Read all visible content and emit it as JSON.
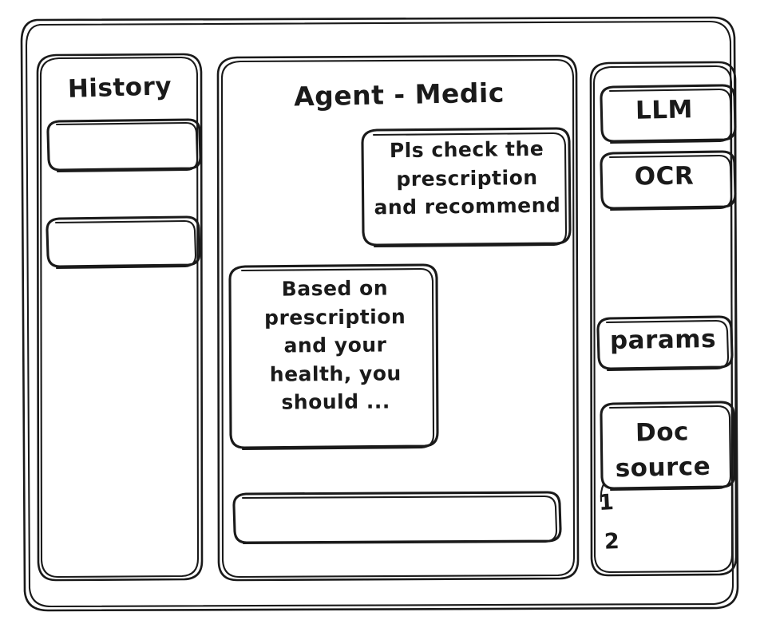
{
  "window": {
    "style": "hand-drawn-wireframe",
    "ink_color": "#1a1a1a",
    "background_color": "#ffffff"
  },
  "sidebar_left": {
    "title": "History",
    "items": [
      {
        "label": "",
        "name": "history-item-1"
      },
      {
        "label": "",
        "name": "history-item-2"
      }
    ]
  },
  "main": {
    "title": "Agent - Medic",
    "messages": [
      {
        "role": "user",
        "text": "Pls check the\nprescription\nand recommend"
      },
      {
        "role": "agent",
        "text": "Based on\nprescription\nand your\nhealth, you\nshould ..."
      }
    ],
    "composer": {
      "value": "",
      "placeholder": ""
    }
  },
  "sidebar_right": {
    "buttons": [
      {
        "label": "LLM",
        "name": "llm"
      },
      {
        "label": "OCR",
        "name": "ocr"
      },
      {
        "label": "params",
        "name": "params"
      },
      {
        "label": "Doc\nsource",
        "name": "doc-source"
      }
    ],
    "doc_source_items": [
      "1",
      "2"
    ]
  }
}
